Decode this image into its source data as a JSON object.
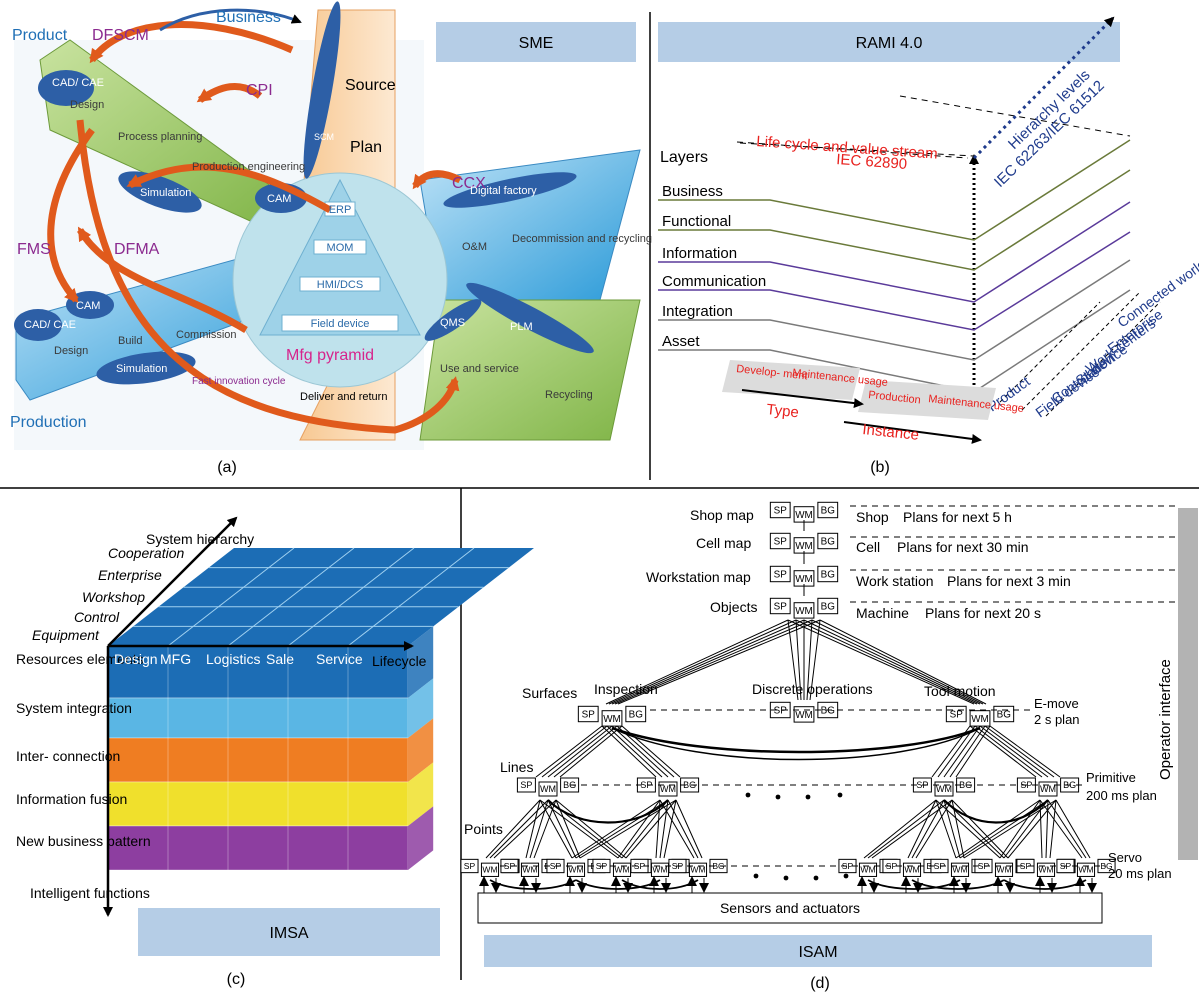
{
  "panel_a": {
    "label": "(a)",
    "business": "Business",
    "product": "Product",
    "dfscm": "DFSCM",
    "cpi": "CPI",
    "source": "Source",
    "plan": "Plan",
    "scm": "SCM",
    "cad_cae": "CAD/ CAE",
    "design": "Design",
    "process_planning": "Process planning",
    "production_engineering": "Production engineering",
    "simulation": "Simulation",
    "cam": "CAM",
    "ccx": "CCX",
    "digital_factory": "Digital factory",
    "decommission": "Decommission and recycling",
    "om": "O&M",
    "erp": "ERP",
    "mom": "MOM",
    "hmi_dcs": "HMI/DCS",
    "field_device": "Field device",
    "mfg_pyramid": "Mfg pyramid",
    "fms": "FMS",
    "dfma": "DFMA",
    "build": "Build",
    "commission": "Commission",
    "plm": "PLM",
    "qms": "QMS",
    "use_service": "Use and service",
    "recycling": "Recycling",
    "fast_cycle": "Fast innovation cycle",
    "deliver_return": "Deliver and return",
    "production": "Production"
  },
  "panel_b": {
    "label": "(b)",
    "sme": "SME",
    "rami": "RAMI 4.0",
    "layers_title": "Layers",
    "layers": [
      "Business",
      "Functional",
      "Information",
      "Communication",
      "Integration",
      "Asset"
    ],
    "lifecycle": "Life cycle and value stream",
    "iec62890": "IEC 62890",
    "hierarchy": "Hierarchy levels",
    "iec62264": "IEC 62263/IEC 61512",
    "hierarchy_levels": [
      "Connected world",
      "Enterprise",
      "Work centers",
      "Station",
      "Control device",
      "Field device",
      "Product"
    ],
    "development": "Develop- ment",
    "maintenance_usage": "Maintenance usage",
    "production": "Production",
    "type": "Type",
    "instance": "Instance"
  },
  "panel_c": {
    "label": "(c)",
    "imsa": "IMSA",
    "system_hierarchy": "System hierarchy",
    "hierarchy": [
      "Cooperation",
      "Enterprise",
      "Workshop",
      "Control",
      "Equipment"
    ],
    "lifecycle_axis": "Lifecycle",
    "lifecycle": [
      "Design",
      "MFG",
      "Logistics",
      "Sale",
      "Service"
    ],
    "layers": [
      "Resources elements",
      "System integration",
      "Inter- connection",
      "Information fusion",
      "New business pattern"
    ],
    "intelligent": "Intelligent functions",
    "colors": {
      "blue": "#1c6db5",
      "lightblue": "#5ab6e4",
      "orange": "#ef7d22",
      "yellow": "#f0e02c",
      "purple": "#8d3ea0"
    }
  },
  "panel_d": {
    "label": "(d)",
    "isam": "ISAM",
    "levels": [
      {
        "map": "Shop map",
        "name": "Shop",
        "plan": "Plans for next 5 h"
      },
      {
        "map": "Cell map",
        "name": "Cell",
        "plan": "Plans for next 30 min"
      },
      {
        "map": "Workstation map",
        "name": "Work station",
        "plan": "Plans for next 3 min"
      },
      {
        "map": "Objects",
        "name": "Machine",
        "plan": "Plans for next 20 s"
      }
    ],
    "node": {
      "sp": "SP",
      "wm": "WM",
      "bg": "BG"
    },
    "surfaces": "Surfaces",
    "inspection": "Inspection",
    "discrete": "Discrete operations",
    "tool_motion": "Tool motion",
    "emove": "E-move",
    "emove_plan": "2 s plan",
    "lines": "Lines",
    "primitive": "Primitive",
    "primitive_plan": "200 ms plan",
    "points": "Points",
    "servo": "Servo",
    "servo_plan": "20 ms plan",
    "sensors": "Sensors and actuators",
    "operator": "Operator interface"
  }
}
